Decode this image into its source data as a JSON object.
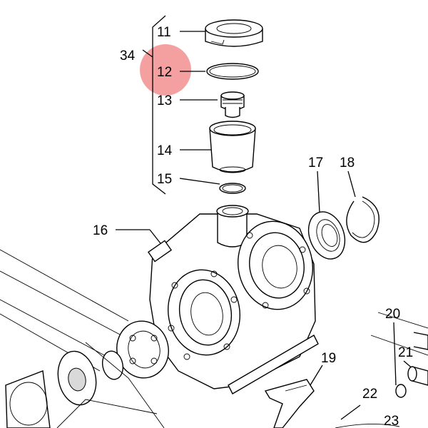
{
  "labels": {
    "p11": "11",
    "p12": "12",
    "p13": "13",
    "p14": "14",
    "p15": "15",
    "p16": "16",
    "p17": "17",
    "p18": "18",
    "p19": "19",
    "p20": "20",
    "p21": "21",
    "p22": "22",
    "p23": "23",
    "p34": "34"
  },
  "highlight": {
    "target": "12",
    "color": "#f08080"
  }
}
